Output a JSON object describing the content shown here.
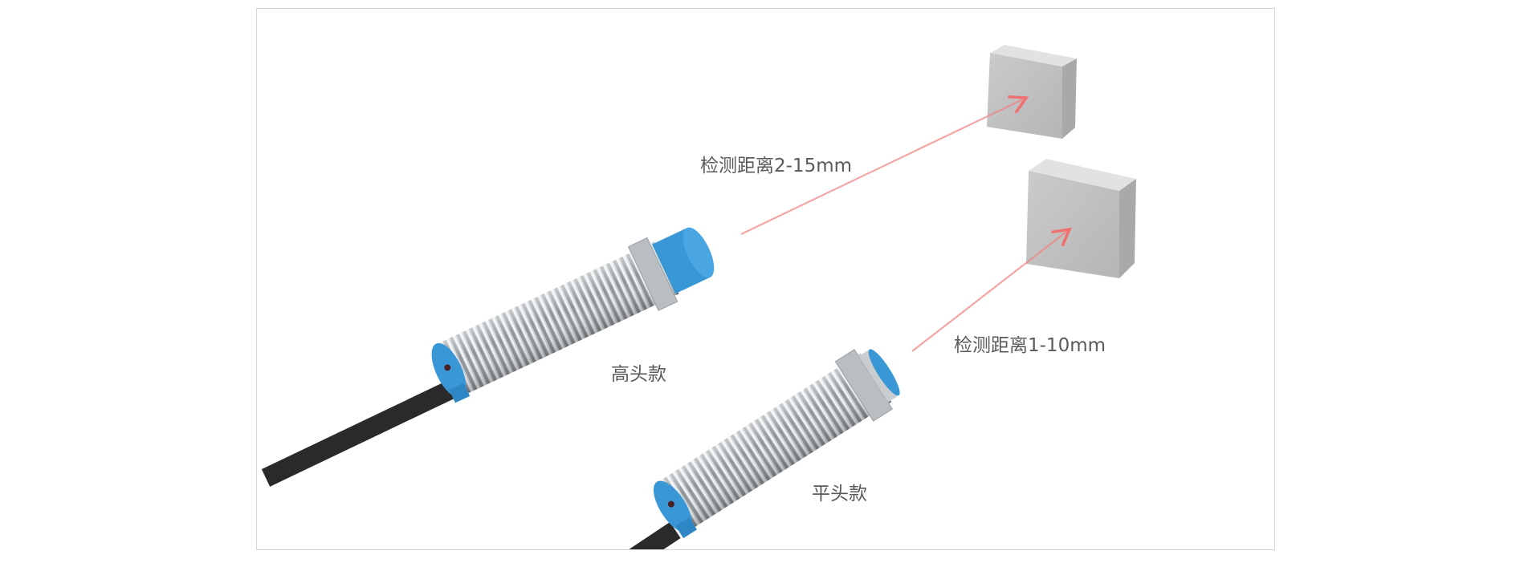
{
  "labels": {
    "range_high": "检测距离2-15mm",
    "range_flat": "检测距离1-10mm",
    "model_high": "高头款",
    "model_flat": "平头款"
  },
  "colors": {
    "cap_blue": "#3a97d6",
    "laser": "#f08080",
    "target_gray": "#c4c4c4",
    "cable": "#2a2a2a"
  }
}
